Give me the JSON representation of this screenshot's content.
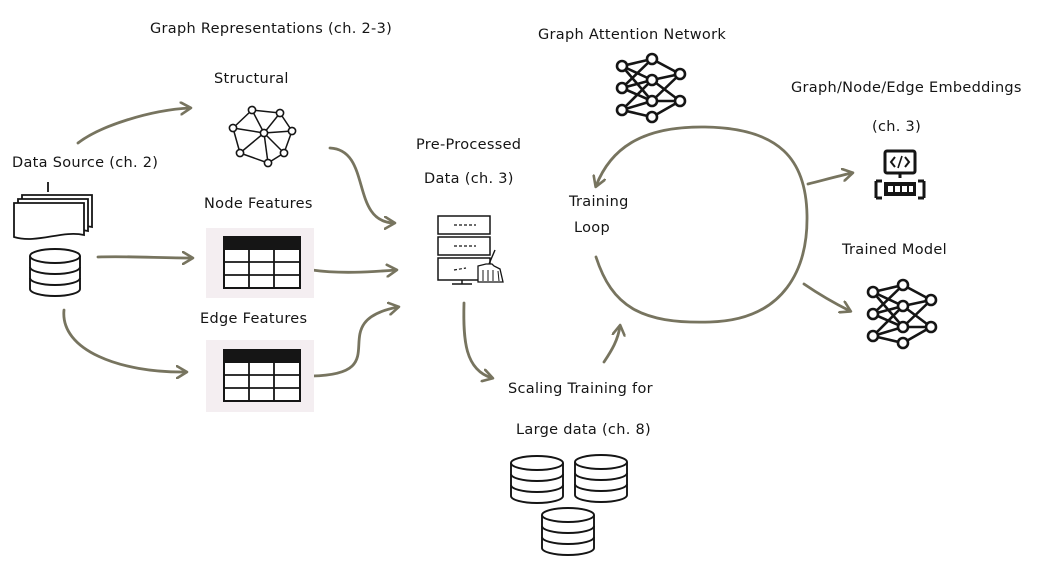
{
  "labels": {
    "graph_representations": "Graph Representations (ch. 2-3)",
    "structural": "Structural",
    "data_source": "Data Source (ch. 2)",
    "node_features": "Node Features",
    "edge_features": "Edge Features",
    "preprocessed_line1": "Pre-Processed",
    "preprocessed_line2": "Data (ch. 3)",
    "gat": "Graph Attention Network",
    "training_line1": "Training",
    "training_line2": "Loop",
    "embeddings_line1": "Graph/Node/Edge Embeddings",
    "embeddings_line2": "(ch. 3)",
    "trained_model": "Trained Model",
    "scaling_line1": "Scaling Training for",
    "scaling_line2": "Large data (ch. 8)"
  },
  "colors": {
    "arrow": "#77745f",
    "ink": "#151515",
    "table_bg": "#f4eef1"
  },
  "icons": {
    "documents": "document-stack-icon",
    "database": "database-icon",
    "graph": "graph-network-icon",
    "table": "table-icon",
    "server": "server-icon",
    "neural_net": "neural-network-icon",
    "embedding": "code-device-icon"
  }
}
